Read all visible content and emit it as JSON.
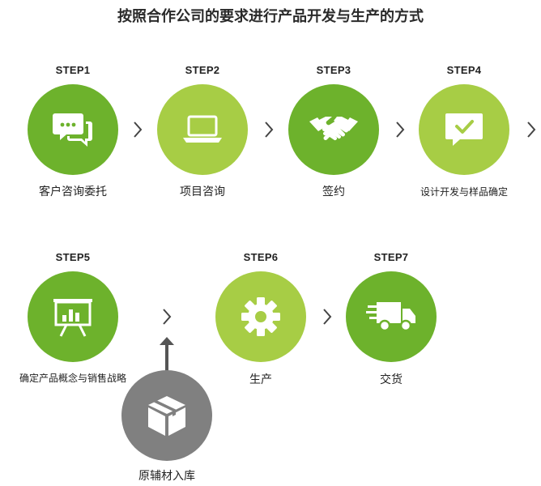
{
  "title": "按照合作公司的要求进行产品开发与生产的方式",
  "steps": [
    {
      "label": "STEP1",
      "caption": "客户咨询委托",
      "icon": "chat-bubbles-icon",
      "color": "#6db22c"
    },
    {
      "label": "STEP2",
      "caption": "项目咨询",
      "icon": "laptop-icon",
      "color": "#a7cd45"
    },
    {
      "label": "STEP3",
      "caption": "签约",
      "icon": "handshake-icon",
      "color": "#6db22c"
    },
    {
      "label": "STEP4",
      "caption": "设计开发与样品确定",
      "icon": "check-bubble-icon",
      "color": "#a7cd45"
    },
    {
      "label": "STEP5",
      "caption": "确定产品概念与销售战略",
      "icon": "presentation-board-icon",
      "color": "#6db22c"
    },
    {
      "label": "STEP6",
      "caption": "生产",
      "icon": "gear-icon",
      "color": "#a7cd45"
    },
    {
      "label": "STEP7",
      "caption": "交货",
      "icon": "delivery-truck-icon",
      "color": "#6db22c"
    }
  ],
  "extra": {
    "caption": "原辅材入库",
    "icon": "box-icon",
    "color": "#808080"
  }
}
